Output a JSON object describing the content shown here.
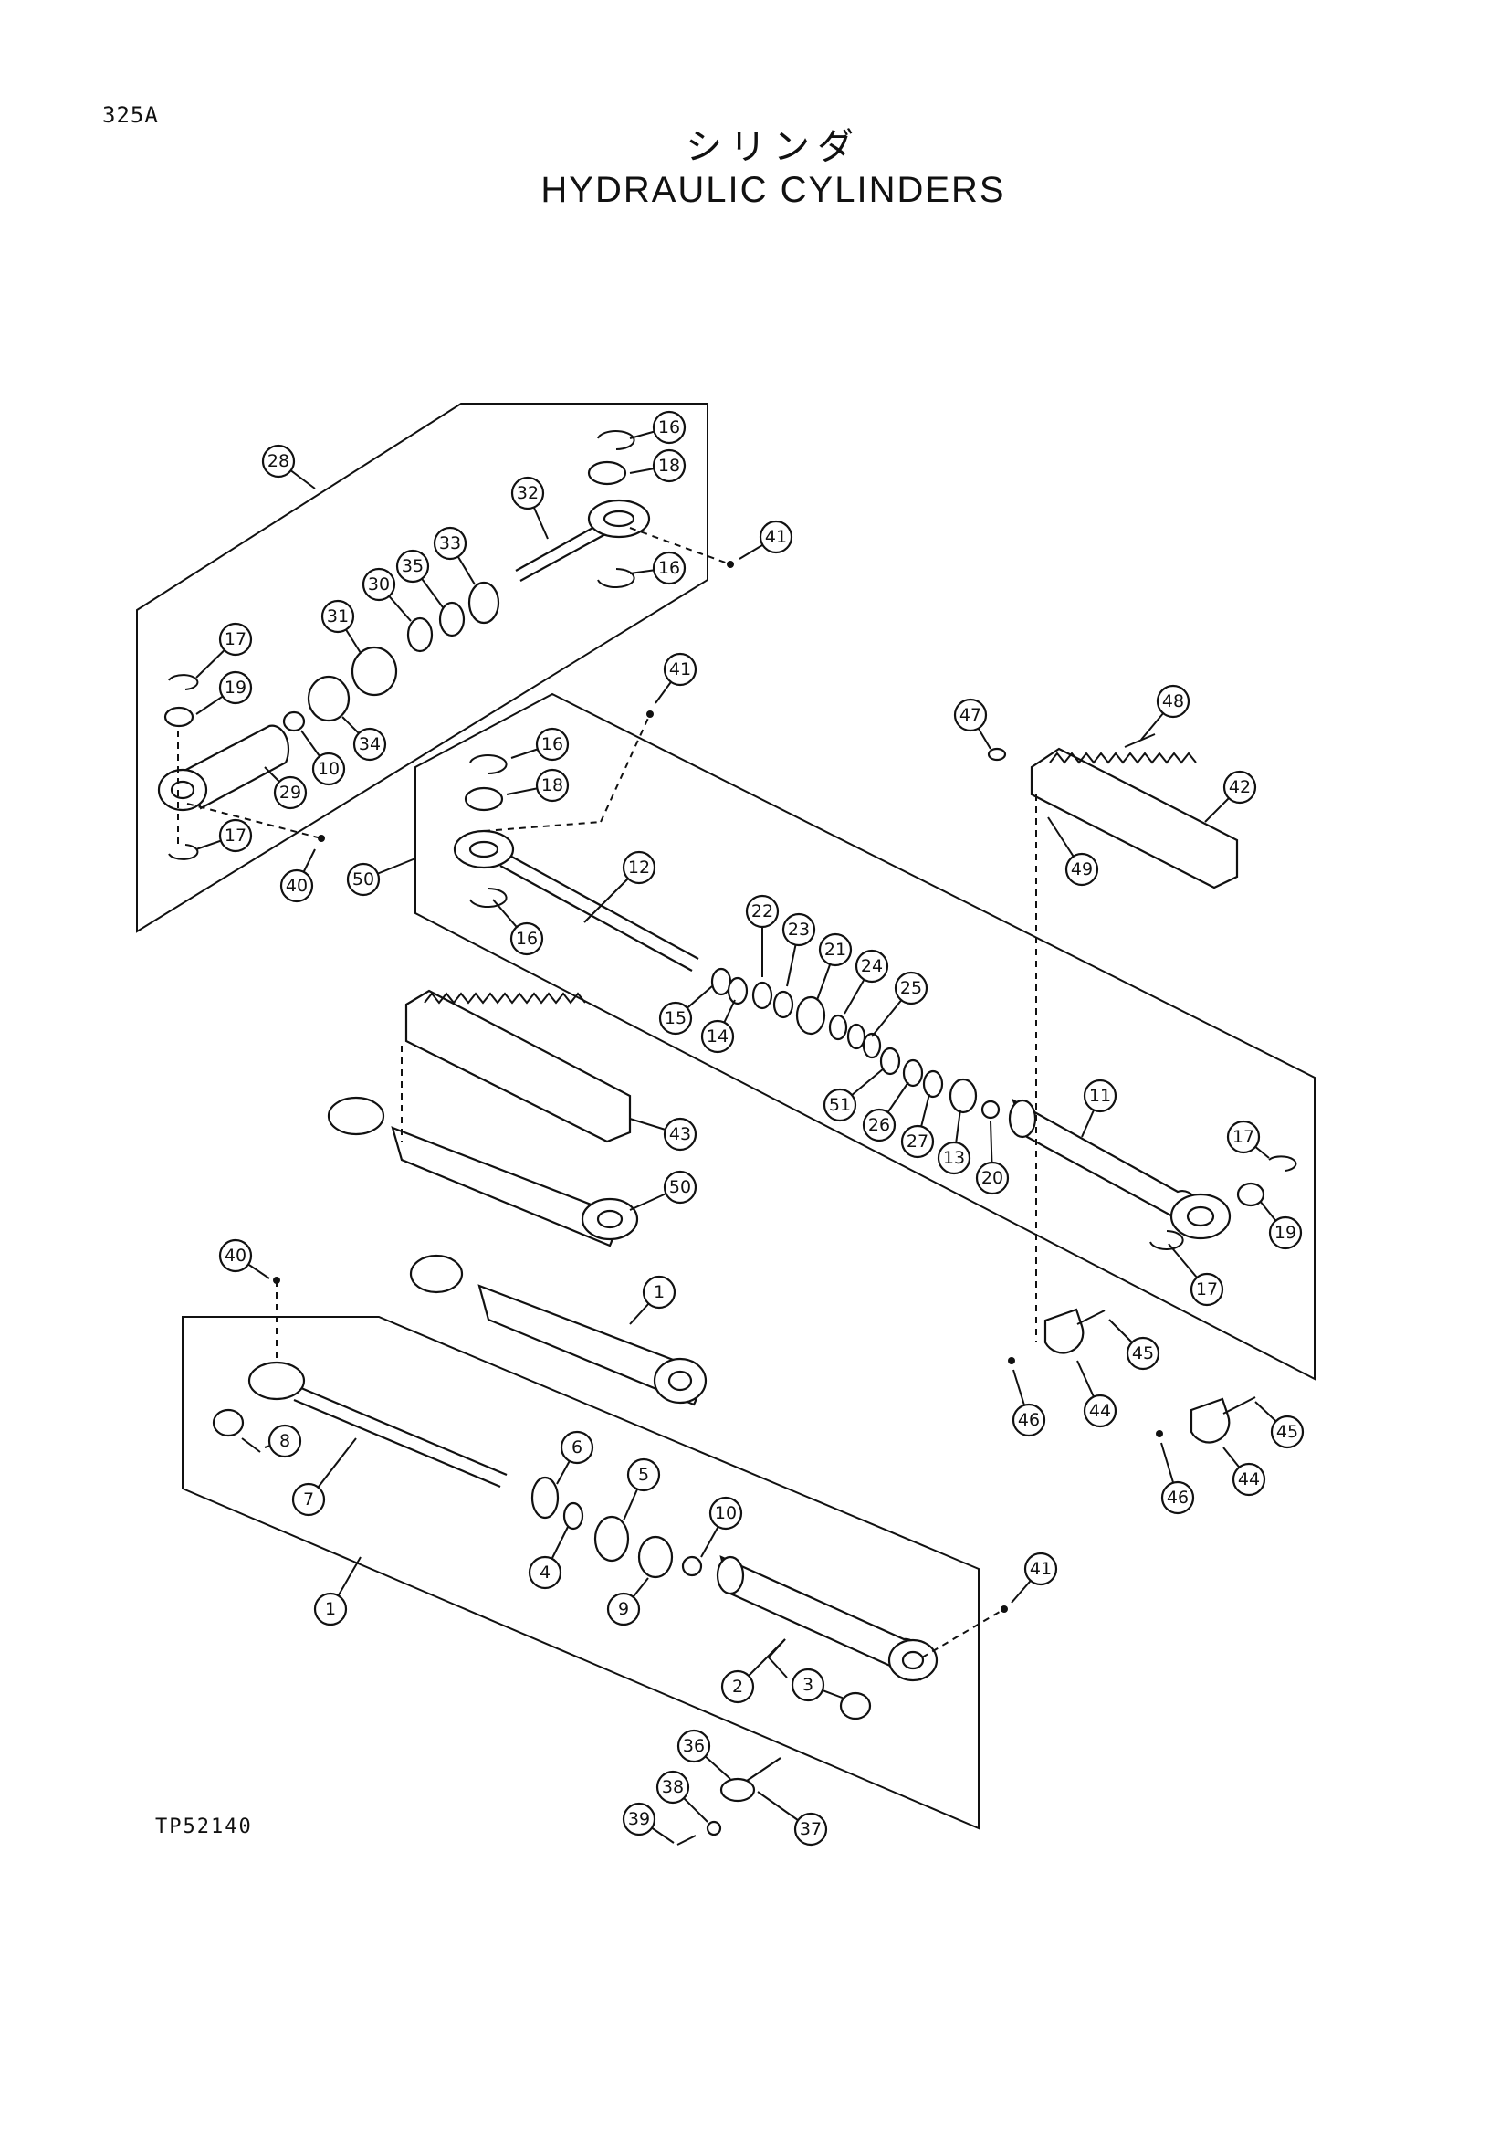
{
  "header": {
    "page_code": "325A",
    "title_jp": "シリンダ",
    "title_en": "HYDRAULIC CYLINDERS"
  },
  "footer": {
    "drawing_number": "TP52140"
  },
  "callouts": {
    "c28": "28",
    "c16a": "16",
    "c18a": "18",
    "c32": "32",
    "c41a": "41",
    "c16b": "16",
    "c33": "33",
    "c35": "35",
    "c30": "30",
    "c31": "31",
    "c17a": "17",
    "c19a": "19",
    "c29": "29",
    "c10a": "10",
    "c34": "34",
    "c17b": "17",
    "c40a": "40",
    "c41b": "41",
    "c16c": "16",
    "c18b": "18",
    "c50a": "50",
    "c12": "12",
    "c16d": "16",
    "c22": "22",
    "c23": "23",
    "c21": "21",
    "c24": "24",
    "c25": "25",
    "c15": "15",
    "c14": "14",
    "c51": "51",
    "c26": "26",
    "c27": "27",
    "c13": "13",
    "c20": "20",
    "c11": "11",
    "c17c": "17",
    "c19b": "19",
    "c17d": "17",
    "c47": "47",
    "c48": "48",
    "c42": "42",
    "c49": "49",
    "c43": "43",
    "c50b": "50",
    "c40b": "40",
    "c1a": "1",
    "c45a": "45",
    "c46a": "46",
    "c44a": "44",
    "c45b": "45",
    "c46b": "46",
    "c44b": "44",
    "c8": "8",
    "c7": "7",
    "c6": "6",
    "c4": "4",
    "c5": "5",
    "c10b": "10",
    "c9": "9",
    "c41c": "41",
    "c1b": "1",
    "c2": "2",
    "c3": "3",
    "c36": "36",
    "c38": "38",
    "c39": "39",
    "c37": "37"
  }
}
